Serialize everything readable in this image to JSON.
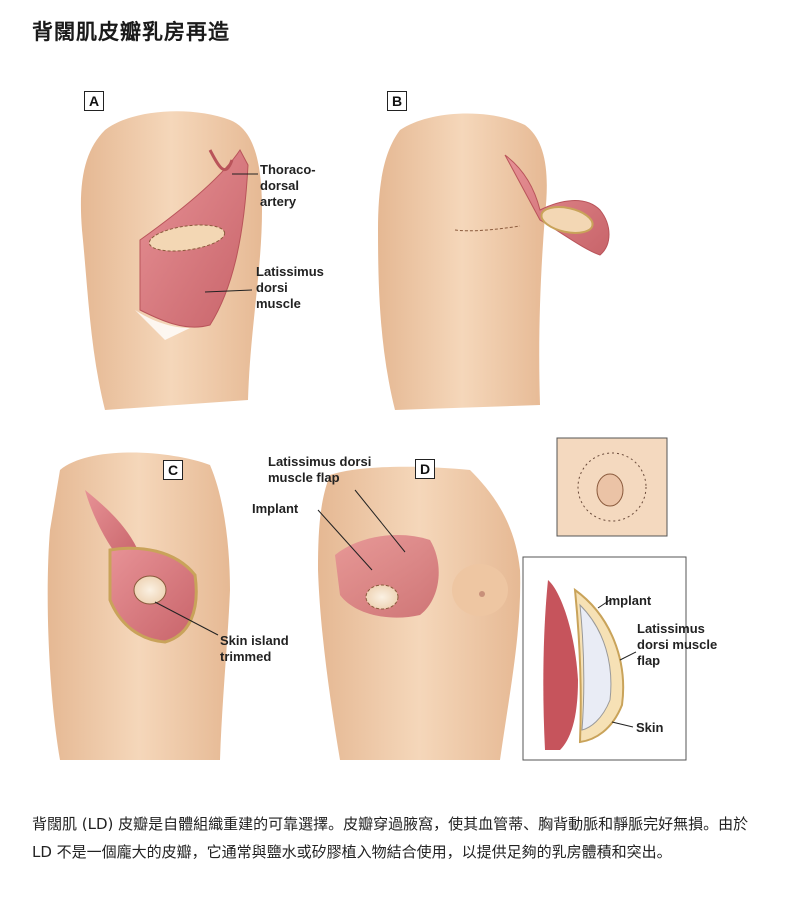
{
  "title": "背闊肌皮瓣乳房再造",
  "panels": {
    "a": "A",
    "b": "B",
    "c": "C",
    "d": "D"
  },
  "labels": {
    "thoracodorsal": "Thoraco-\ndorsal\nartery",
    "latissimus_a": "Latissimus\ndorsi\nmuscle",
    "skin_island": "Skin island\ntrimmed",
    "ld_flap_d": "Latissimus dorsi\nmuscle flap",
    "implant_d": "Implant",
    "implant_inset": "Implant",
    "ld_flap_inset": "Latissimus\ndorsi muscle\nflap",
    "skin_inset": "Skin"
  },
  "caption": "背闊肌 (LD) 皮瓣是自體組織重建的可靠選擇。皮瓣穿過腋窩，使其血管蒂、胸背動脈和靜脈完好無損。由於 LD 不是一個龐大的皮瓣，它通常與鹽水或矽膠植入物結合使用，以提供足夠的乳房體積和突出。",
  "colors": {
    "skin": "#f2cfae",
    "skin_shadow": "#e2b48e",
    "muscle": "#d9787c",
    "muscle_dark": "#b9545a",
    "implant": "#f6e7d2"
  }
}
